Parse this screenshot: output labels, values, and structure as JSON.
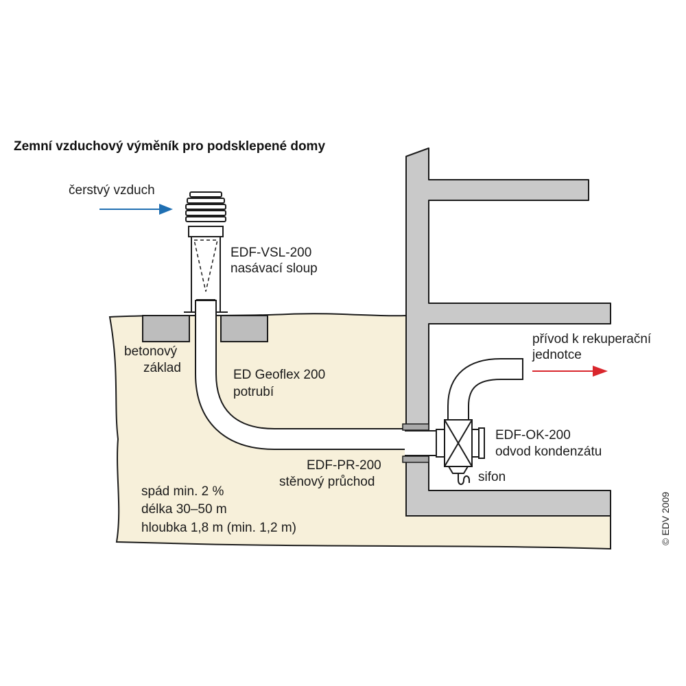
{
  "diagram": {
    "title": "Zemní vzduchový výměník pro podsklepené domy",
    "fresh_air_label": "čerstvý vzduch",
    "intake_column": {
      "code": "EDF-VSL-200",
      "name": "nasávací sloup"
    },
    "concrete_base": {
      "line1": "betonový",
      "line2": "základ"
    },
    "pipe": {
      "code": "ED Geoflex 200",
      "name": "potrubí"
    },
    "wall_passage": {
      "code": "EDF-PR-200",
      "name": "stěnový průchod"
    },
    "condensate": {
      "code": "EDF-OK-200",
      "name": "odvod kondenzátu"
    },
    "siphon_label": "sifon",
    "supply": {
      "line1": "přívod k rekuperační",
      "line2": "jednotce"
    },
    "specs": {
      "slope": "spád min. 2 %",
      "length": "délka 30–50 m",
      "depth": "hloubka 1,8 m (min. 1,2 m)"
    },
    "copyright": "© EDV 2009",
    "colors": {
      "soil": "#f7f0da",
      "wall": "#c9c9c9",
      "outline": "#1a1a1a",
      "fresh_air_arrow": "#1f6fb2",
      "supply_arrow": "#d9262c",
      "concrete": "#bdbdbd"
    }
  }
}
